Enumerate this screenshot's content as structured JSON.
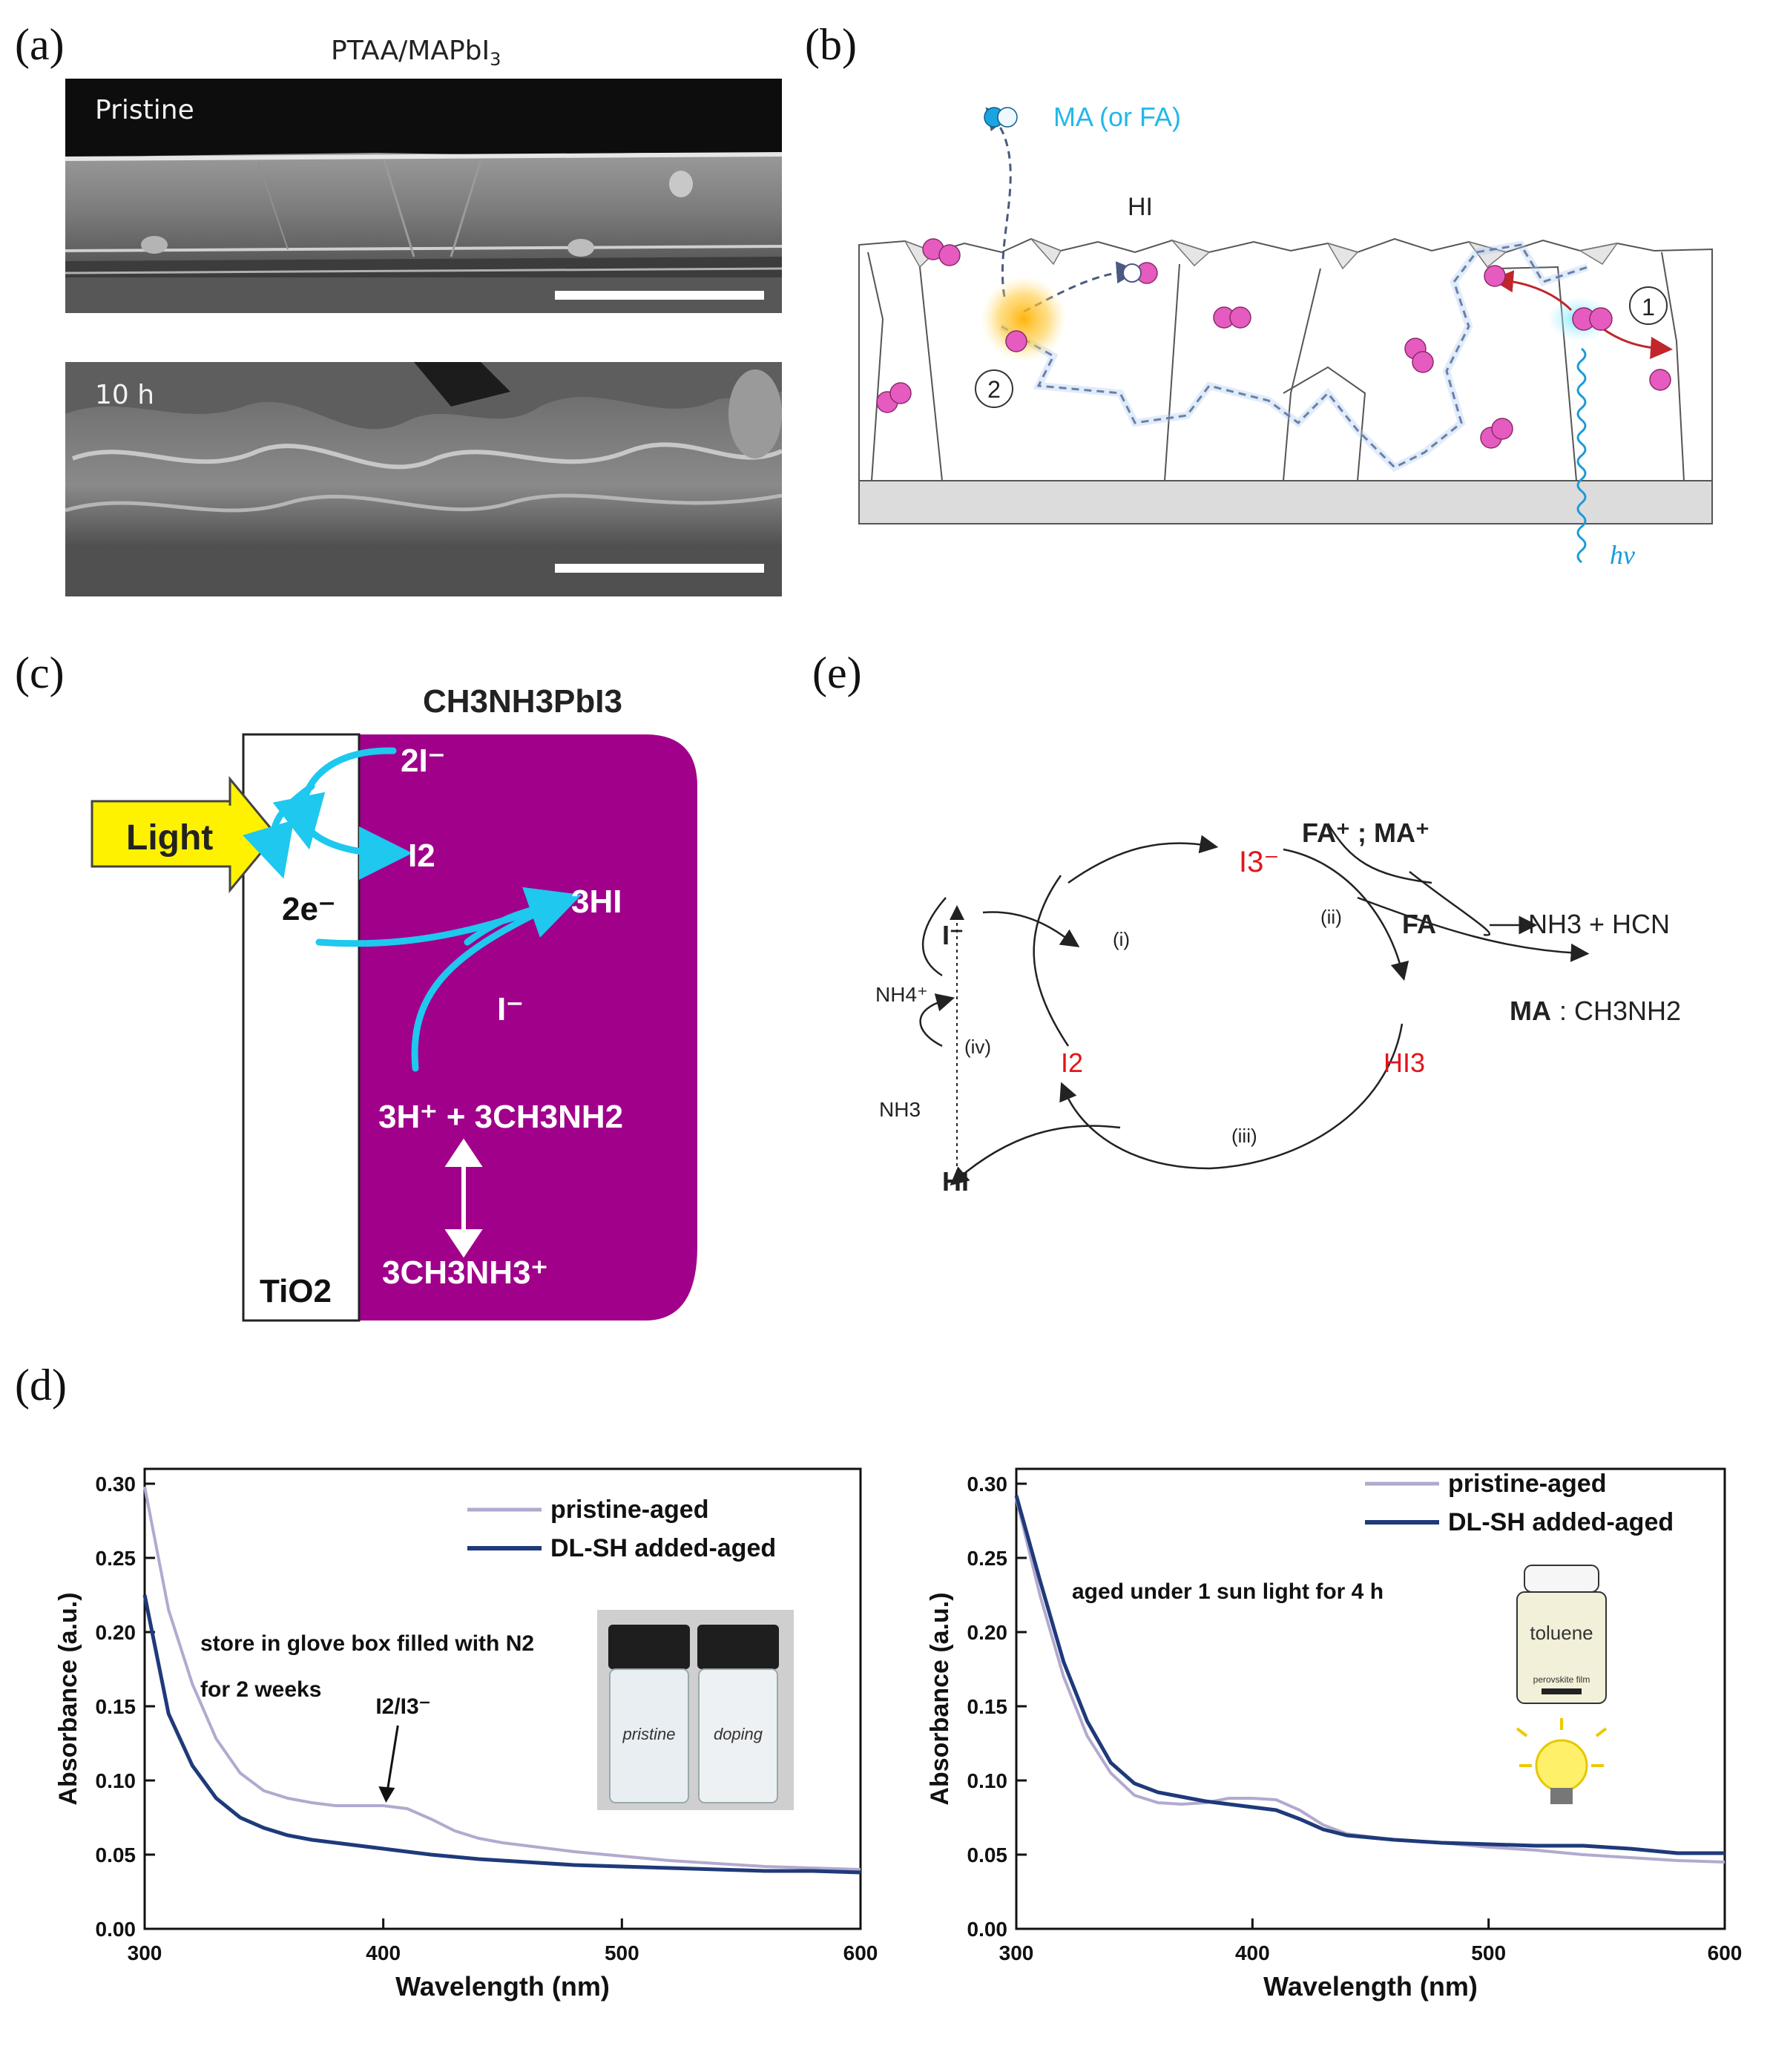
{
  "panel_labels": {
    "a": "(a)",
    "b": "(b)",
    "c": "(c)",
    "d": "(d)",
    "e": "(e)"
  },
  "panel_a": {
    "title_pre": "PTAA/MAPbI",
    "title_sub": "3",
    "image1_label": "Pristine",
    "image2_label": "10 h"
  },
  "panel_b": {
    "top_label": "MA (or FA)",
    "hi_label": "HI",
    "marker1": "1",
    "marker2": "2",
    "hv": "hν"
  },
  "panel_c": {
    "title": "CH3NH3PbI3",
    "light": "Light",
    "tio2": "TiO2",
    "t_2i": "2I⁻",
    "t_i2": "I2",
    "t_2e": "2e⁻",
    "t_3hi": "3HI",
    "t_iminus": "I⁻",
    "t_reactants": "3H⁺ + 3CH3NH2",
    "t_product": "3CH3NH3⁺"
  },
  "panel_e": {
    "i3": "I3⁻",
    "fa_ma": "FA⁺ ; MA⁺",
    "fa": "FA",
    "fa_products": "NH3 +  HCN",
    "ma": "MA",
    "ma_products": ": CH3NH2",
    "i_minus": "I⁻",
    "i2": "I2",
    "hi3": "HI3",
    "hi": "HI",
    "nh4": "NH4⁺",
    "nh3": "NH3",
    "step_i": "(i)",
    "step_ii": "(ii)",
    "step_iii": "(iii)",
    "step_iv": "(iv)"
  },
  "colors": {
    "purple": "#a0008a",
    "cyan": "#1ec8ee",
    "red": "#e3141b",
    "pink": "#e65bbf",
    "light_series": "#b3a9cf",
    "dark_series": "#1f3a7a"
  },
  "chart_data": [
    {
      "type": "line",
      "xlabel": "Wavelength (nm)",
      "ylabel": "Absorbance (a.u.)",
      "xlim": [
        300,
        600
      ],
      "ylim": [
        0,
        0.31
      ],
      "xticks": [
        "300",
        "400",
        "500",
        "600"
      ],
      "yticks": [
        "0.00",
        "0.05",
        "0.10",
        "0.15",
        "0.20",
        "0.25",
        "0.30"
      ],
      "legend_position": "top-right",
      "annotation_lines": [
        "store in glove box filled with N2",
        "for 2 weeks"
      ],
      "arrow_label": "I2/I3⁻",
      "photo_labels": [
        "pristine",
        "doping"
      ],
      "series": [
        {
          "name": "pristine-aged",
          "x": [
            300,
            310,
            320,
            330,
            340,
            350,
            360,
            370,
            380,
            390,
            400,
            410,
            420,
            430,
            440,
            450,
            460,
            480,
            500,
            520,
            540,
            560,
            580,
            600
          ],
          "y": [
            0.298,
            0.215,
            0.165,
            0.128,
            0.105,
            0.093,
            0.088,
            0.085,
            0.083,
            0.083,
            0.083,
            0.081,
            0.074,
            0.066,
            0.061,
            0.058,
            0.056,
            0.052,
            0.049,
            0.046,
            0.044,
            0.042,
            0.041,
            0.04
          ]
        },
        {
          "name": "DL-SH added-aged",
          "x": [
            300,
            310,
            320,
            330,
            340,
            350,
            360,
            370,
            380,
            400,
            420,
            440,
            460,
            480,
            500,
            520,
            540,
            560,
            580,
            600
          ],
          "y": [
            0.225,
            0.145,
            0.11,
            0.088,
            0.075,
            0.068,
            0.063,
            0.06,
            0.058,
            0.054,
            0.05,
            0.047,
            0.045,
            0.043,
            0.042,
            0.041,
            0.04,
            0.039,
            0.039,
            0.038
          ]
        }
      ]
    },
    {
      "type": "line",
      "xlabel": "Wavelength (nm)",
      "ylabel": "Absorbance (a.u.)",
      "xlim": [
        300,
        600
      ],
      "ylim": [
        0,
        0.31
      ],
      "xticks": [
        "300",
        "400",
        "500",
        "600"
      ],
      "yticks": [
        "0.00",
        "0.05",
        "0.10",
        "0.15",
        "0.20",
        "0.25",
        "0.30"
      ],
      "legend_position": "top-right",
      "annotation_lines": [
        "aged  under 1 sun light for 4 h"
      ],
      "bottle_labels": [
        "toluene",
        "perovskite film"
      ],
      "series": [
        {
          "name": "pristine-aged",
          "x": [
            300,
            310,
            320,
            330,
            340,
            350,
            360,
            370,
            380,
            390,
            400,
            410,
            420,
            430,
            440,
            460,
            480,
            500,
            520,
            540,
            560,
            580,
            600
          ],
          "y": [
            0.29,
            0.225,
            0.17,
            0.13,
            0.105,
            0.09,
            0.085,
            0.084,
            0.085,
            0.088,
            0.088,
            0.087,
            0.08,
            0.07,
            0.064,
            0.06,
            0.058,
            0.055,
            0.053,
            0.05,
            0.048,
            0.046,
            0.045
          ]
        },
        {
          "name": "DL-SH added-aged",
          "x": [
            300,
            310,
            320,
            330,
            340,
            350,
            360,
            370,
            380,
            390,
            400,
            410,
            420,
            430,
            440,
            460,
            480,
            500,
            520,
            540,
            560,
            580,
            600
          ],
          "y": [
            0.292,
            0.235,
            0.18,
            0.14,
            0.112,
            0.098,
            0.092,
            0.089,
            0.086,
            0.084,
            0.082,
            0.08,
            0.074,
            0.067,
            0.063,
            0.06,
            0.058,
            0.057,
            0.056,
            0.056,
            0.054,
            0.051,
            0.051
          ]
        }
      ]
    }
  ]
}
